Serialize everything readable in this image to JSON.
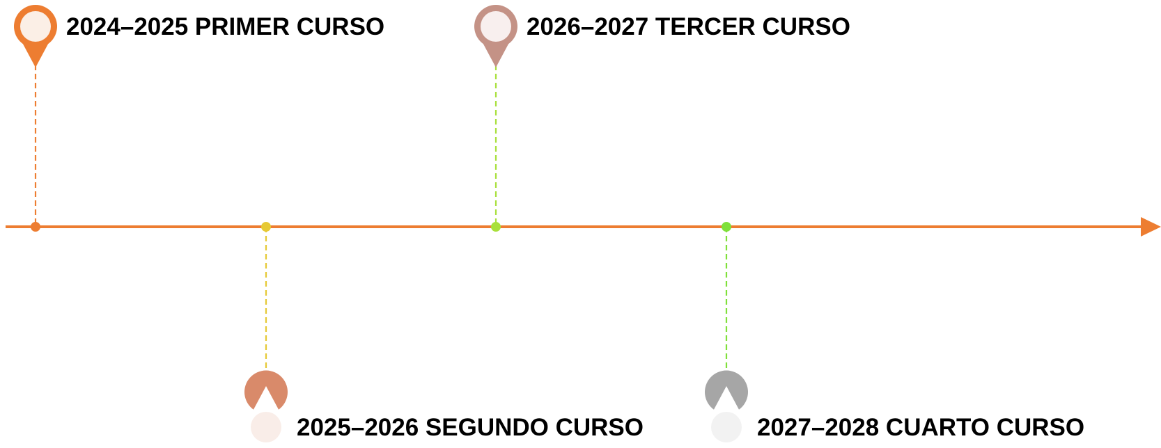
{
  "timeline": {
    "axis_color": "#ED7D31",
    "milestones": [
      {
        "label": "2024–2025 PRIMER CURSO",
        "pin_color": "#ED7D31",
        "pin_fill": "#FBEFE6",
        "line_color": "#ED7D31",
        "dot_color": "#ED7D31",
        "position": "above",
        "pin_icon": "map-pin-icon"
      },
      {
        "label": "2025–2026 SEGUNDO CURSO",
        "pin_color": "#D98A6A",
        "pin_fill": "#F9EDE8",
        "line_color": "#E6C935",
        "dot_color": "#E6C935",
        "position": "below",
        "pin_icon": "map-pin-icon"
      },
      {
        "label": "2026–2027 TERCER CURSO",
        "pin_color": "#C49286",
        "pin_fill": "#F8EFEE",
        "line_color": "#A8E03A",
        "dot_color": "#A8E03A",
        "position": "above",
        "pin_icon": "map-pin-icon"
      },
      {
        "label": "2027–2028 CUARTO CURSO",
        "pin_color": "#A6A6A6",
        "pin_fill": "#F2F2F2",
        "line_color": "#7FE03A",
        "dot_color": "#7FE03A",
        "position": "below",
        "pin_icon": "map-pin-icon"
      }
    ]
  }
}
